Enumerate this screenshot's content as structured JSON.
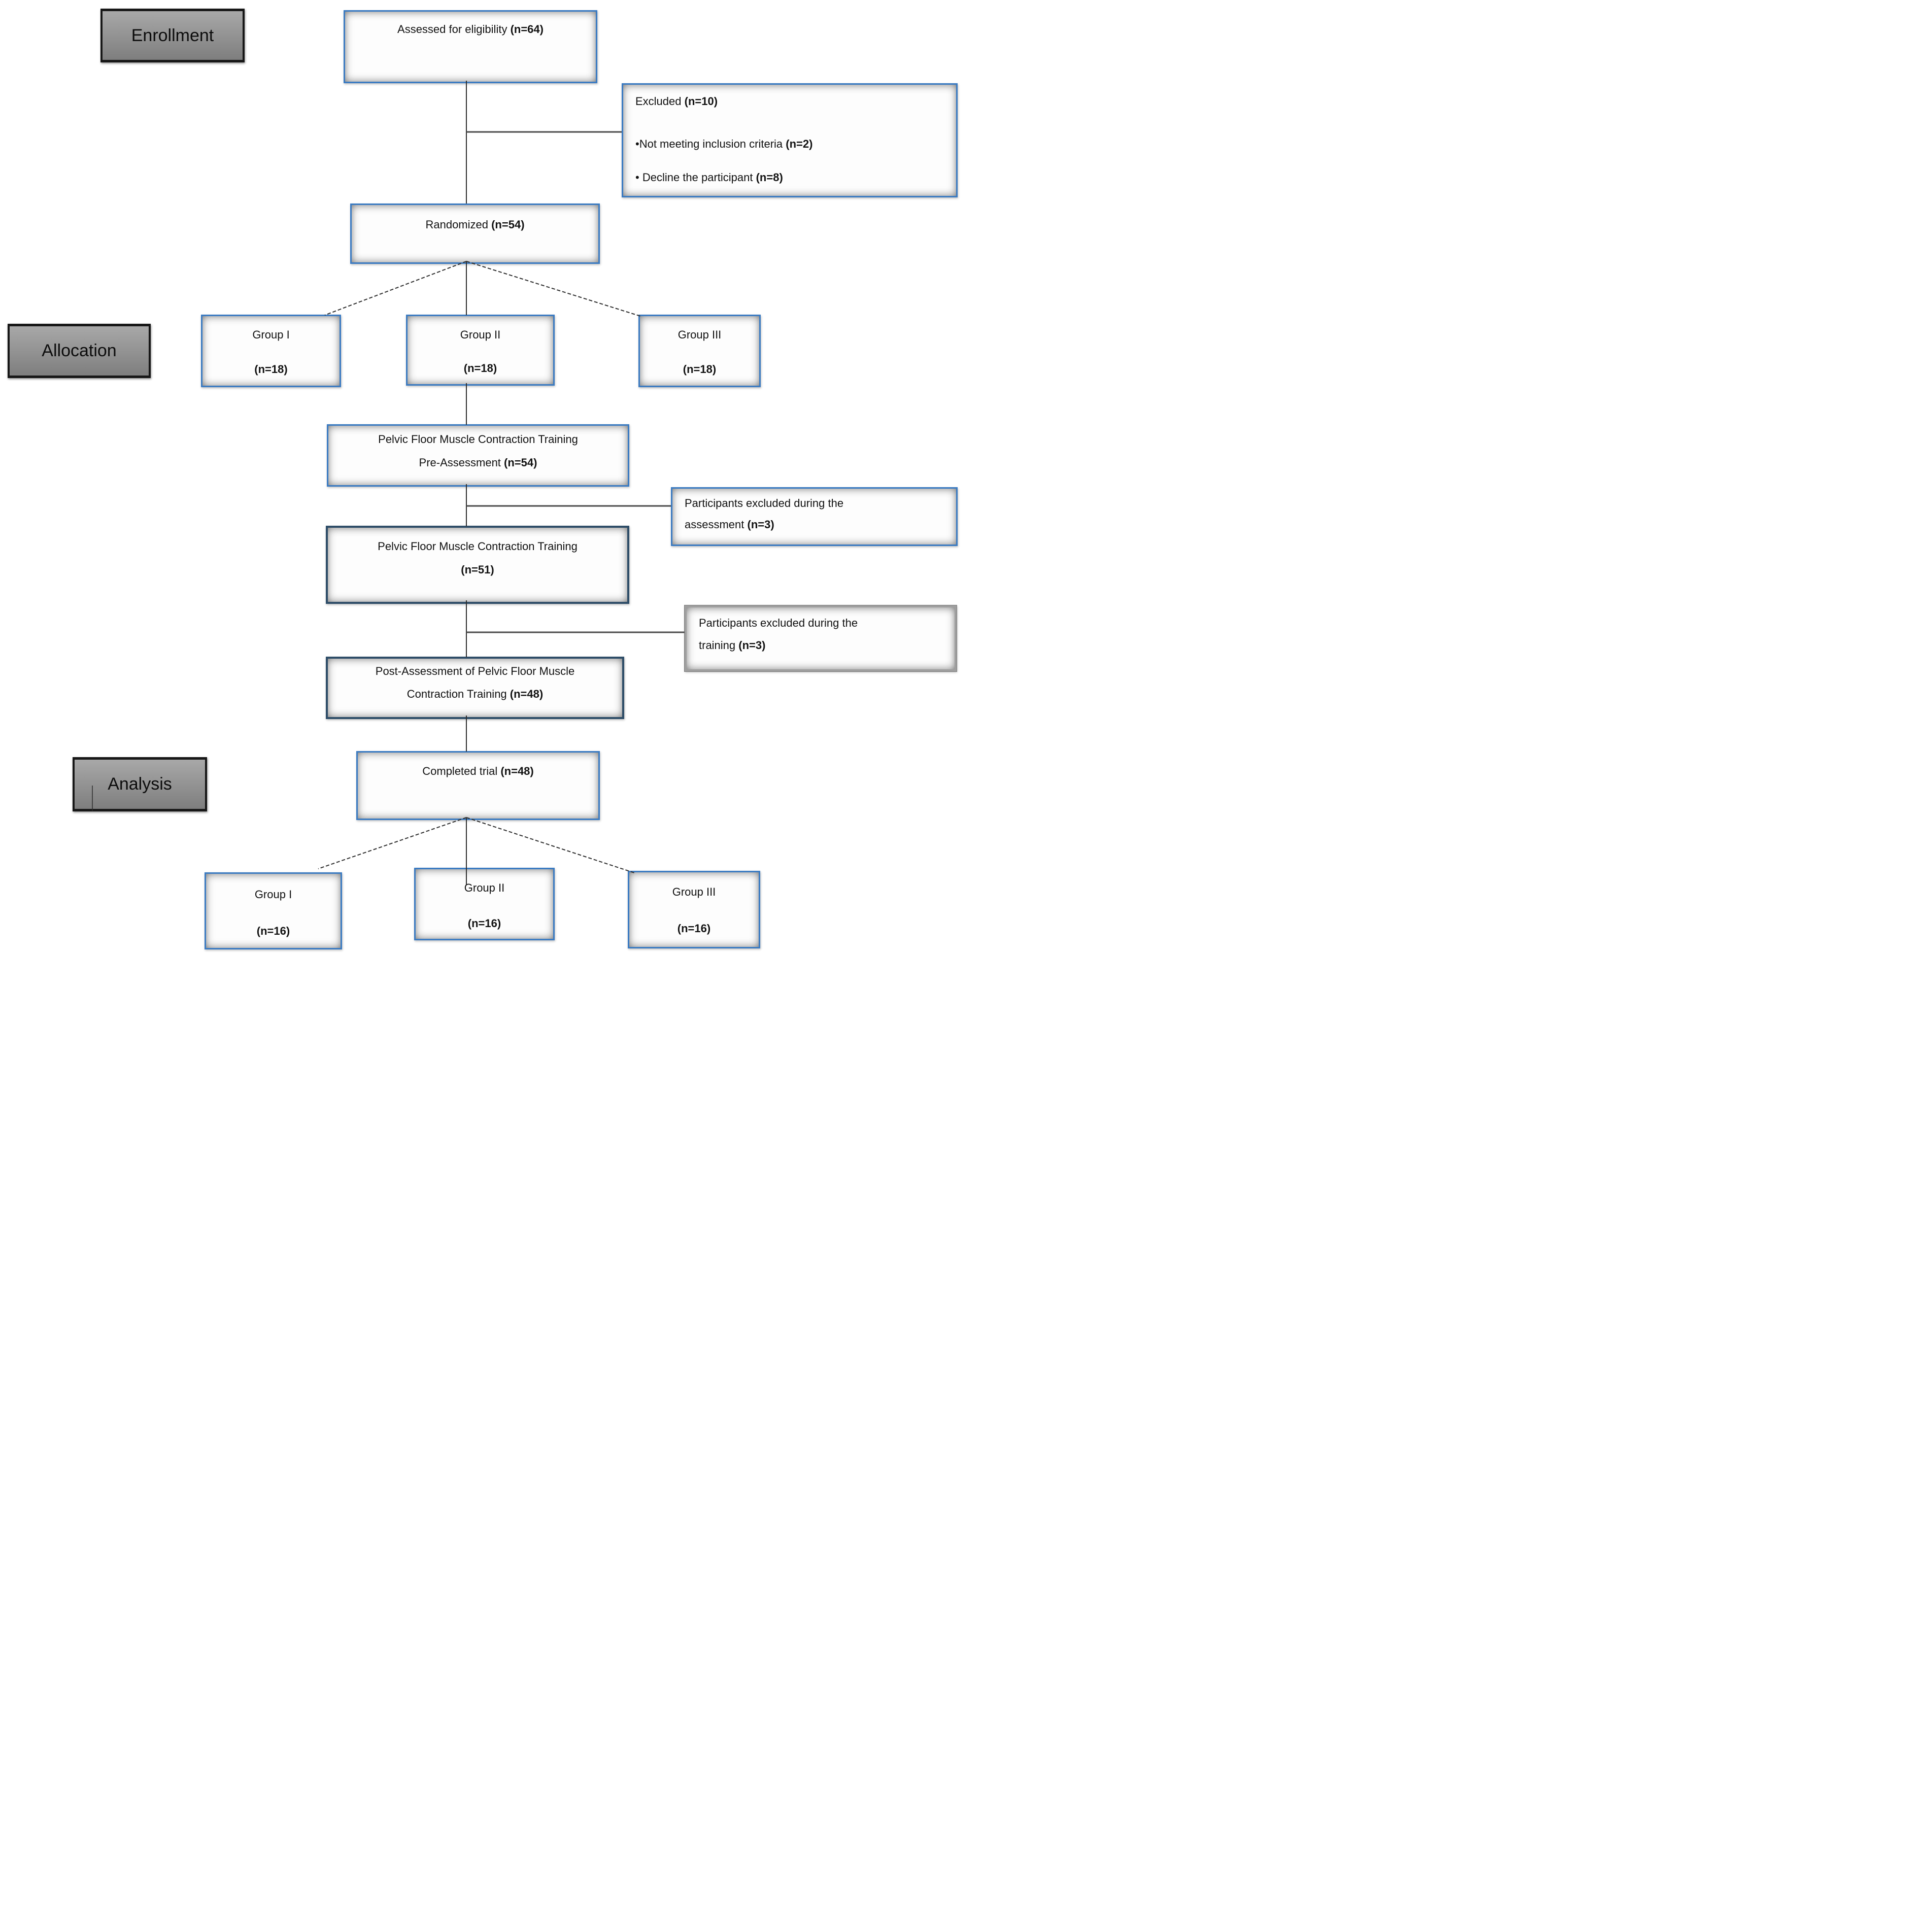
{
  "diagram": {
    "stage_labels": {
      "enrollment": "Enrollment",
      "allocation": "Allocation",
      "analysis": "Analysis"
    },
    "nodes": {
      "assessed": {
        "label": "Assessed for eligibility ",
        "n": "(n=64)"
      },
      "excluded": {
        "title": "Excluded ",
        "title_n": "(n=10)",
        "bullet1": "•Not meeting inclusion criteria ",
        "bullet1_n": "(n=2)",
        "bullet2": "• Decline the participant ",
        "bullet2_n": "(n=8)"
      },
      "randomized": {
        "label": "Randomized ",
        "n": "(n=54)"
      },
      "group1_allocation": {
        "label": "Group I",
        "n": "(n=18)"
      },
      "group2_allocation": {
        "label": "Group II",
        "n": "(n=18)"
      },
      "group3_allocation": {
        "label": "Group III",
        "n": "(n=18)"
      },
      "preassessment": {
        "line1": "Pelvic Floor Muscle Contraction Training",
        "line2": "Pre-Assessment ",
        "n": "(n=54)"
      },
      "excluded_assessment": {
        "line1": "Participants excluded during the",
        "line2": "assessment ",
        "n": "(n=3)"
      },
      "training": {
        "line1": "Pelvic Floor Muscle Contraction Training",
        "n": "(n=51)"
      },
      "excluded_training": {
        "line1": "Participants excluded during the",
        "line2": "training ",
        "n": "(n=3)"
      },
      "postassessment": {
        "line1": "Post-Assessment of Pelvic Floor Muscle",
        "line2": "Contraction Training ",
        "n": "(n=48)"
      },
      "completed": {
        "label": "Completed trial ",
        "n": "(n=48)"
      },
      "group1_analysis": {
        "label": "Group I",
        "n": "(n=16)"
      },
      "group2_analysis": {
        "label": "Group II",
        "n": "(n=16)"
      },
      "group3_analysis": {
        "label": "Group III",
        "n": "(n=16)"
      }
    },
    "colors": {
      "box_border_blue": "#3b7bc2",
      "box_border_navy": "#2e4d68",
      "box_border_gray": "#9e9e9e",
      "stage_fill": "#919191",
      "line": "#2d2d2d"
    }
  }
}
